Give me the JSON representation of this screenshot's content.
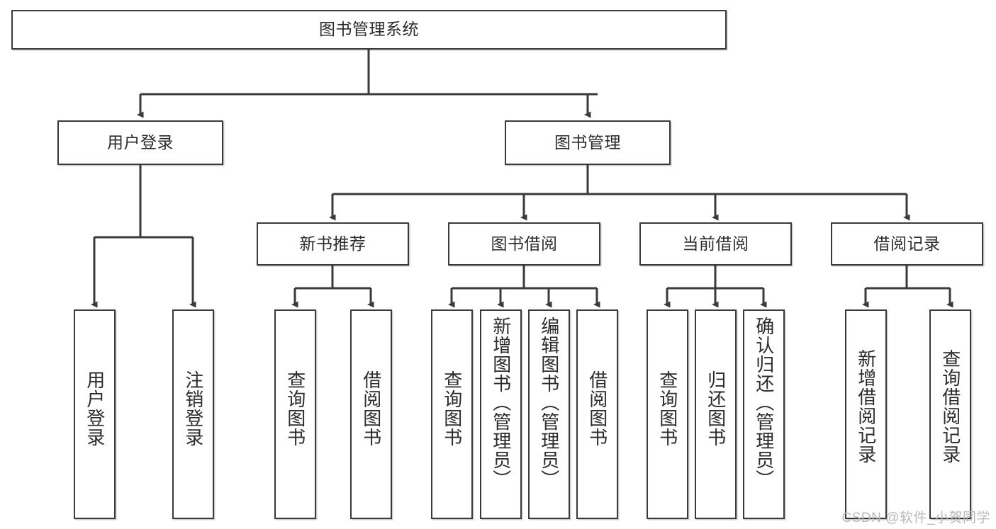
{
  "diagram": {
    "type": "tree",
    "title": "图书管理系统",
    "watermark": "CSDN @软件_小贺同学",
    "colors": {
      "box_border": "#3a3a3a",
      "box_fill": "#ffffff",
      "edge": "#3a3a3a",
      "text": "#2b2b2b",
      "watermark": "#b9b9b9"
    },
    "root": {
      "label": "图书管理系统"
    },
    "level2": [
      {
        "label": "用户登录"
      },
      {
        "label": "图书管理"
      }
    ],
    "level3": [
      {
        "label": "新书推荐"
      },
      {
        "label": "图书借阅"
      },
      {
        "label": "当前借阅"
      },
      {
        "label": "借阅记录"
      }
    ],
    "leaves": {
      "user_login": [
        {
          "label": "用户登录"
        },
        {
          "label": "注销登录"
        }
      ],
      "new_book_recommend": [
        {
          "label": "查询图书"
        },
        {
          "label": "借阅图书"
        }
      ],
      "book_borrow": [
        {
          "label": "查询图书"
        },
        {
          "label": "新增图书（管理员）"
        },
        {
          "label": "编辑图书（管理员）"
        },
        {
          "label": "借阅图书"
        }
      ],
      "current_borrow": [
        {
          "label": "查询图书"
        },
        {
          "label": "归还图书"
        },
        {
          "label": "确认归还（管理员）"
        }
      ],
      "borrow_record": [
        {
          "label": "新增借阅记录"
        },
        {
          "label": "查询借阅记录"
        }
      ]
    }
  }
}
